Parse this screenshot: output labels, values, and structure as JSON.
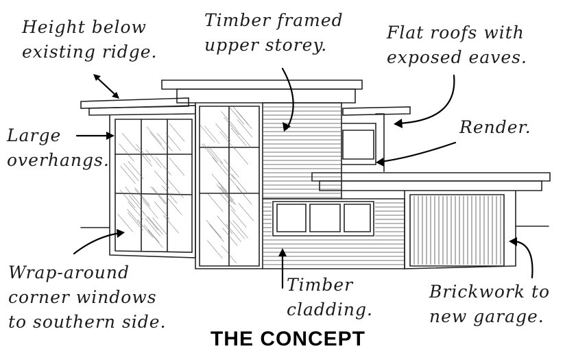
{
  "title": "THE CONCEPT",
  "annotations": [
    {
      "id": "height",
      "lines": [
        "Height below",
        "existing ridge."
      ]
    },
    {
      "id": "timber-upper",
      "lines": [
        "Timber framed",
        "upper storey."
      ]
    },
    {
      "id": "flat-roofs",
      "lines": [
        "Flat roofs with",
        "exposed eaves."
      ]
    },
    {
      "id": "overhangs",
      "lines": [
        "Large",
        "overhangs."
      ]
    },
    {
      "id": "render",
      "lines": [
        "Render."
      ]
    },
    {
      "id": "corner-windows",
      "lines": [
        "Wrap-around",
        "corner windows",
        "to southern side."
      ]
    },
    {
      "id": "timber-cladding",
      "lines": [
        "Timber",
        "cladding."
      ]
    },
    {
      "id": "brickwork",
      "lines": [
        "Brickwork to",
        "new garage."
      ]
    }
  ]
}
